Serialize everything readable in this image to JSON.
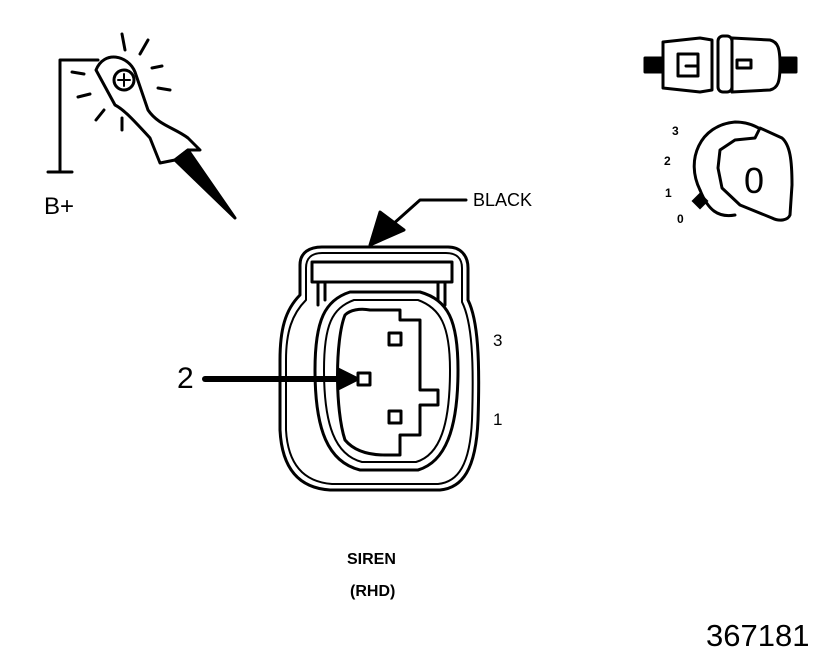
{
  "labels": {
    "b_plus": "B+",
    "wire_color": "BLACK",
    "pin_3": "3",
    "pin_1": "1",
    "pin_2_callout": "2",
    "component": "SIREN",
    "variant": "(RHD)",
    "figure_number": "367181"
  },
  "ignition": {
    "positions": [
      "3",
      "2",
      "1",
      "0"
    ],
    "key_marking": "0"
  },
  "icons": {
    "test_lamp": "test-light-probe-icon",
    "connector_disconnect": "connector-disconnect-icon",
    "ignition": "ignition-key-icon"
  }
}
